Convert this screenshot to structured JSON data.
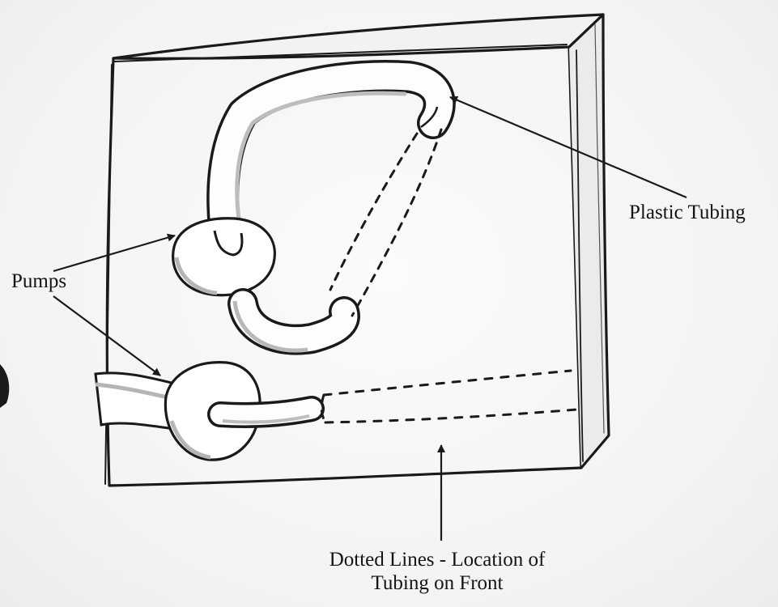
{
  "labels": {
    "plastic_tubing": "Plastic Tubing",
    "pumps": "Pumps",
    "dotted_lines_line1": "Dotted Lines - Location of",
    "dotted_lines_line2": "Tubing on Front"
  },
  "colors": {
    "ink": "#1a1a1a",
    "paper": "#f7f6f4",
    "shade": "#b9b9b9"
  }
}
